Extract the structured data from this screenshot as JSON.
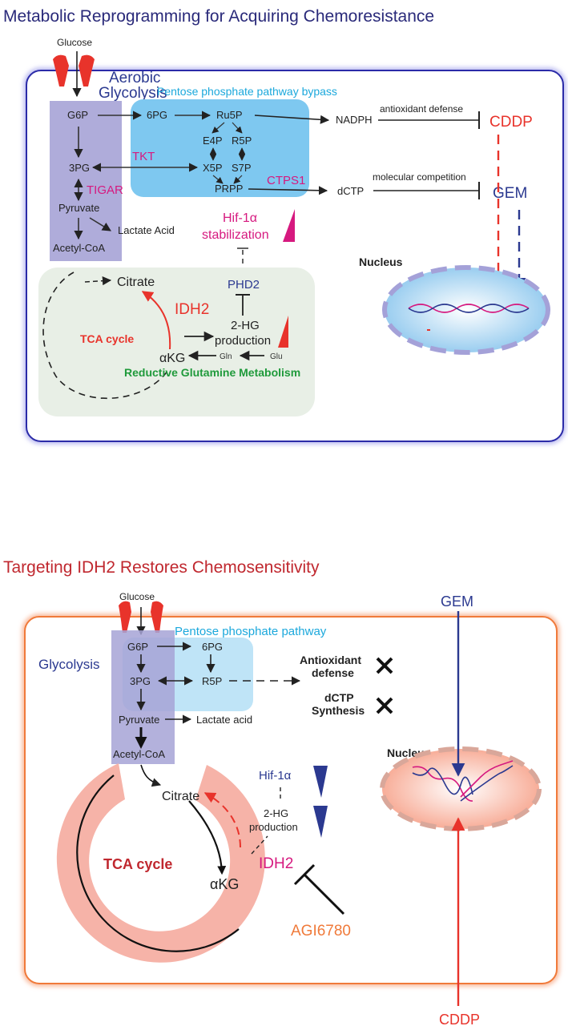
{
  "panel_top": {
    "title": "Metabolic Reprogramming for Acquiring Chemoresistance",
    "glucose": "Glucose",
    "aerobic_glycolysis": [
      "Aerobic",
      "Glycolysis"
    ],
    "ppp_title": "Pentose phosphate pathway bypass",
    "metabolites": {
      "g6p": "G6P",
      "pg6": "6PG",
      "ru5p": "Ru5P",
      "e4p": "E4P",
      "r5p": "R5P",
      "x5p": "X5P",
      "s7p": "S7P",
      "prpp": "PRPP",
      "pg3": "3PG",
      "pyruvate": "Pyruvate",
      "lactate": "Lactate Acid",
      "acetyl_coa": "Acetyl-CoA",
      "nadph": "NADPH",
      "dctp": "dCTP",
      "citrate": "Citrate",
      "akg": "αKG",
      "gln": "Gln",
      "glu": "Glu"
    },
    "enzymes": {
      "tkt": "TKT",
      "tigar": "TIGAR",
      "ctps1": "CTPS1",
      "idh2": "IDH2",
      "phd2": "PHD2"
    },
    "antioxidant_defense": "antioxidant defense",
    "molecular_competition": "molecular competition",
    "drugs": {
      "cddp": "CDDP",
      "gem": "GEM"
    },
    "hif": [
      "Hif-1α",
      "stabilization"
    ],
    "hg_production": [
      "2-HG",
      "production"
    ],
    "tca_cycle": "TCA cycle",
    "reductive_glutamine": "Reductive Glutamine Metabolism",
    "nucleus": "Nucleus"
  },
  "panel_bottom": {
    "title": "Targeting IDH2 Restores Chemosensitivity",
    "glucose": "Glucose",
    "ppp_title": "Pentose phosphate pathway",
    "glycolysis": "Glycolysis",
    "metabolites": {
      "g6p": "G6P",
      "pg6": "6PG",
      "pg3": "3PG",
      "r5p": "R5P",
      "pyruvate": "Pyruvate",
      "lactate": "Lactate acid",
      "acetyl_coa": "Acetyl-CoA",
      "citrate": "Citrate",
      "akg": "αKG"
    },
    "antioxidant": [
      "Antioxidant",
      "defense"
    ],
    "dctp_synthesis": [
      "dCTP",
      "Synthesis"
    ],
    "hif": "Hif-1α",
    "hg_production": [
      "2-HG",
      "production"
    ],
    "idh2": "IDH2",
    "tca_cycle": "TCA cycle",
    "inhibitor": "AGI6780",
    "nucleus": "Nucleus",
    "drugs": {
      "gem": "GEM",
      "cddp": "CDDP"
    }
  },
  "colors": {
    "title_top": "#2a2a7a",
    "title_bottom": "#c0282f",
    "cell_top": "#2b2ba8",
    "cell_bottom": "#f07a3a",
    "glycolysis_box": "#9d9ad0",
    "ppp_box": "#77c4ee",
    "tca_box": "#e8efe6",
    "magenta": "#d6197f",
    "red": "#e8332b",
    "navy": "#2b3990",
    "green": "#1f9a3b",
    "tca_ring": "#f6b3a8",
    "orange": "#f07a3a",
    "cyan": "#1ba8dc"
  }
}
